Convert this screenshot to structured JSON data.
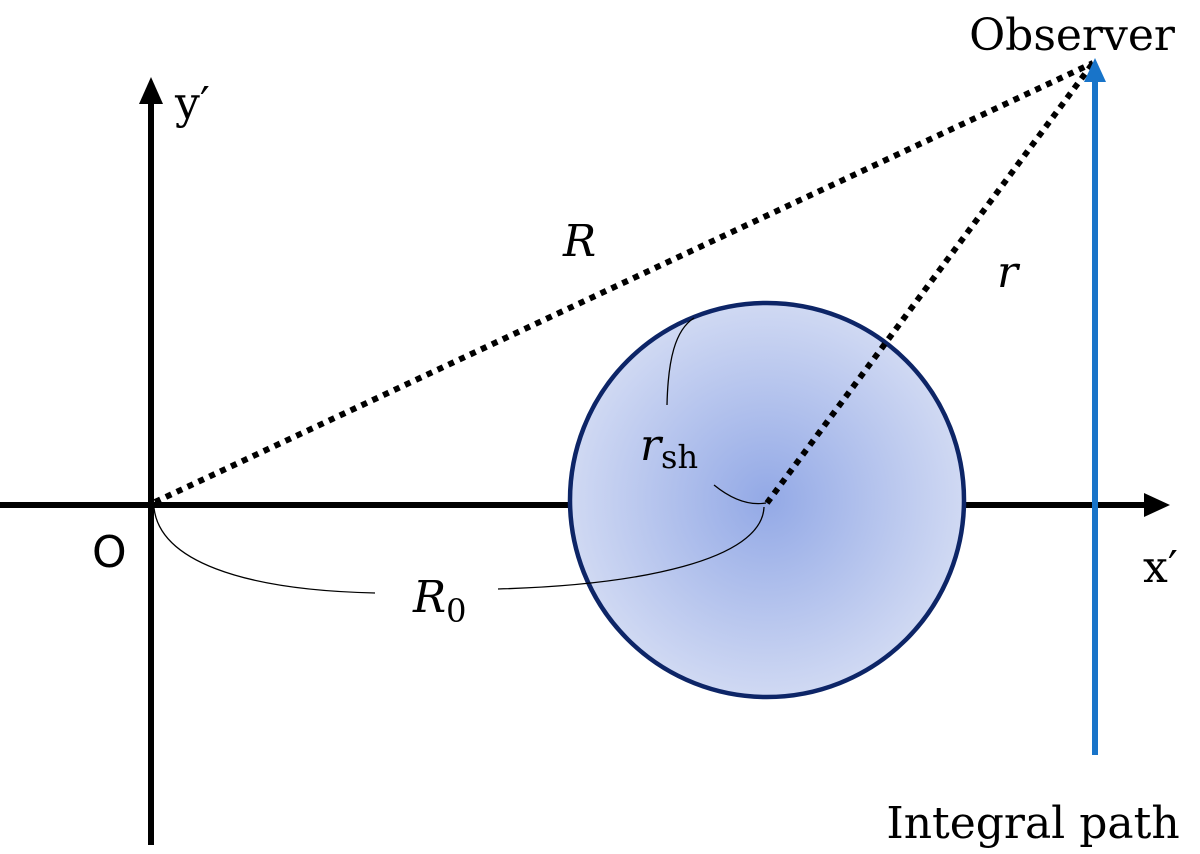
{
  "diagram": {
    "labels": {
      "observer": "Observer",
      "y_axis": "y′",
      "x_axis": "x′",
      "origin": "O",
      "R": "R",
      "r": "r",
      "r_sh_main": "r",
      "r_sh_sub": "sh",
      "R0_main": "R",
      "R0_sub": "0",
      "integral_path": "Integral path"
    },
    "colors": {
      "axis": "#000000",
      "dotted_lines": "#000000",
      "circle_stroke": "#0d2567",
      "circle_fill_center": "#93a9e6",
      "circle_fill_edge": "#ccd6f2",
      "integral_path": "#1874c9",
      "annotation_lines": "#000000"
    }
  }
}
